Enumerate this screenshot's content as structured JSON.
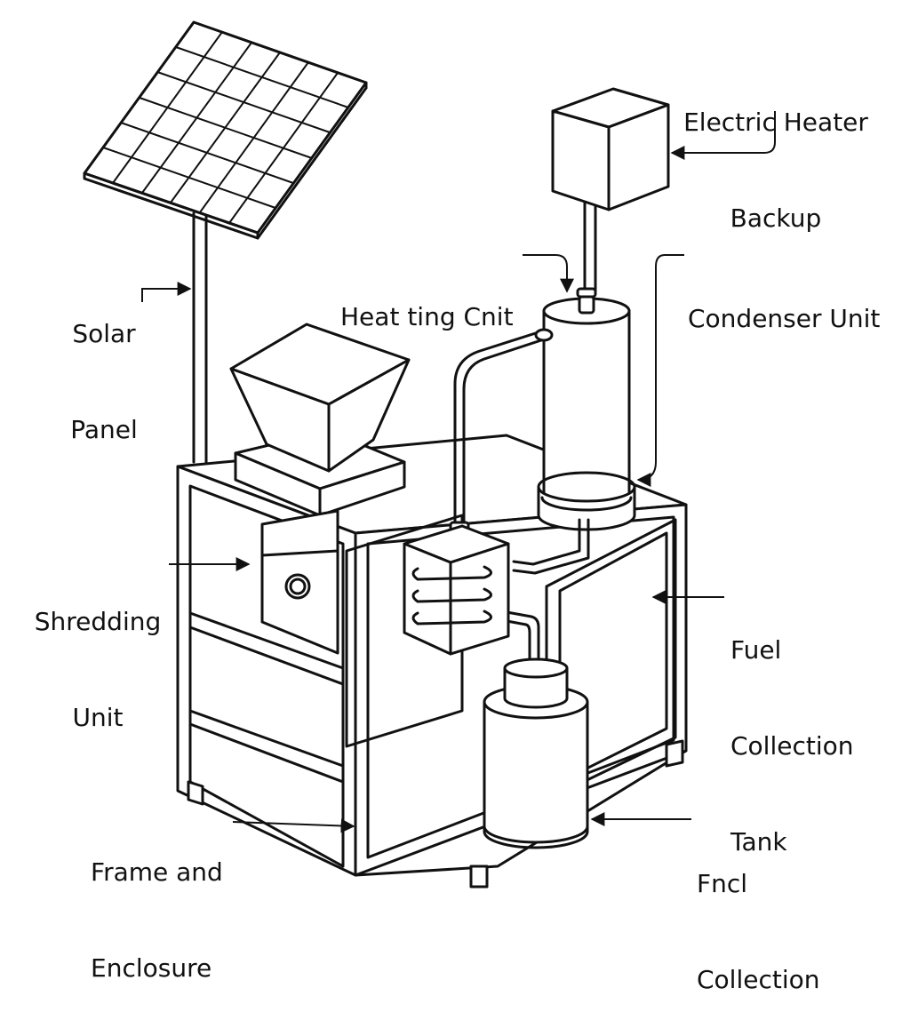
{
  "labels": {
    "electric_heater_backup": [
      "Electric Heater",
      "Backup"
    ],
    "heating_unit": "Heat ting Cnit",
    "condenser_unit": "Condenser Unit",
    "solar_panel": [
      "Solar",
      "Panel"
    ],
    "shredding_unit": [
      "Shredding",
      "Unit"
    ],
    "fuel_collection_tank": [
      "Fuel",
      "Collection",
      "Tank"
    ],
    "frame_and_enclosure": [
      "Frame and",
      "Enclosure"
    ],
    "fuel_collection": [
      "Fncl",
      "Collection"
    ]
  },
  "colors": {
    "ink": "#111111",
    "paper": "#ffffff"
  }
}
